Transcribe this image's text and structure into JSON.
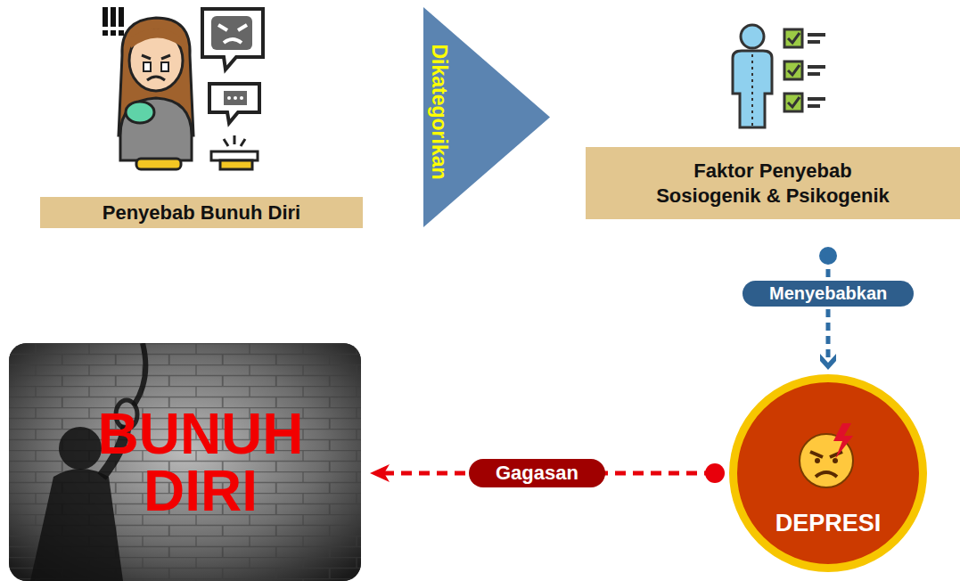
{
  "diagram": {
    "nodes": [
      {
        "text": [
          "Penyebab Bunuh Diri"
        ]
      },
      {
        "text": [
          "Faktor Penyebab Sosiogenik & Psikogenik"
        ]
      },
      {
        "text": [
          "BUNUH DIRI"
        ]
      },
      {
        "text": [
          "DEPRESI"
        ]
      }
    ],
    "edges": [
      {
        "from": 0,
        "to": 1,
        "label": "Dikategorikan",
        "arrow": "to"
      },
      {
        "from": 1,
        "to": 3,
        "label": "Menyebabkan",
        "arrow": "to"
      },
      {
        "from": 3,
        "to": 2,
        "label": "Gagasan",
        "arrow": "to"
      }
    ]
  }
}
